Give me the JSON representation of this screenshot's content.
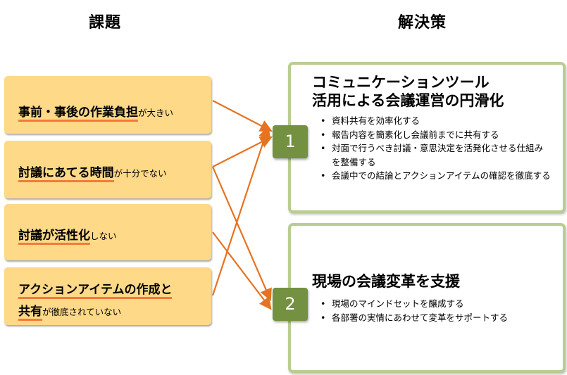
{
  "headings": {
    "left": "課題",
    "right": "解決策"
  },
  "issues": [
    {
      "lines": [
        {
          "em": "事前・事後の作業負担",
          "rest": "が大きい"
        }
      ]
    },
    {
      "lines": [
        {
          "em": "討議にあてる時間",
          "rest": "が十分でない"
        }
      ]
    },
    {
      "lines": [
        {
          "em": "討議が活性化",
          "rest": "しない"
        }
      ]
    },
    {
      "lines": [
        {
          "em": "アクションアイテムの作成と",
          "rest": ""
        },
        {
          "em": "共有",
          "rest": "が徹底されていない"
        }
      ]
    }
  ],
  "solutions": [
    {
      "number": "1",
      "title_lines": [
        "コミュニケーションツール",
        "活用による会議運営の円滑化"
      ],
      "bullets": [
        "資料共有を効率化する",
        "報告内容を簡素化し会議前までに共有する",
        "対面で行うべき討議・意思決定を活発化させる仕組みを整備する",
        "会議中での結論とアクションアイテムの確認を徹底する"
      ]
    },
    {
      "number": "2",
      "title_lines": [
        "現場の会議変革を支援"
      ],
      "bullets": [
        "現場のマインドセットを醸成する",
        "各部署の実情にあわせて変革をサポートする"
      ]
    }
  ],
  "links": [
    {
      "from": 1,
      "to": 1
    },
    {
      "from": 2,
      "to": 1
    },
    {
      "from": 2,
      "to": 2
    },
    {
      "from": 3,
      "to": 2
    },
    {
      "from": 4,
      "to": 1
    }
  ],
  "colors": {
    "issue_bg": "#fdd988",
    "underline": "#f47a3a",
    "arrow": "#e57321",
    "badge": "#739140",
    "sol_border": "#b9cd93"
  }
}
